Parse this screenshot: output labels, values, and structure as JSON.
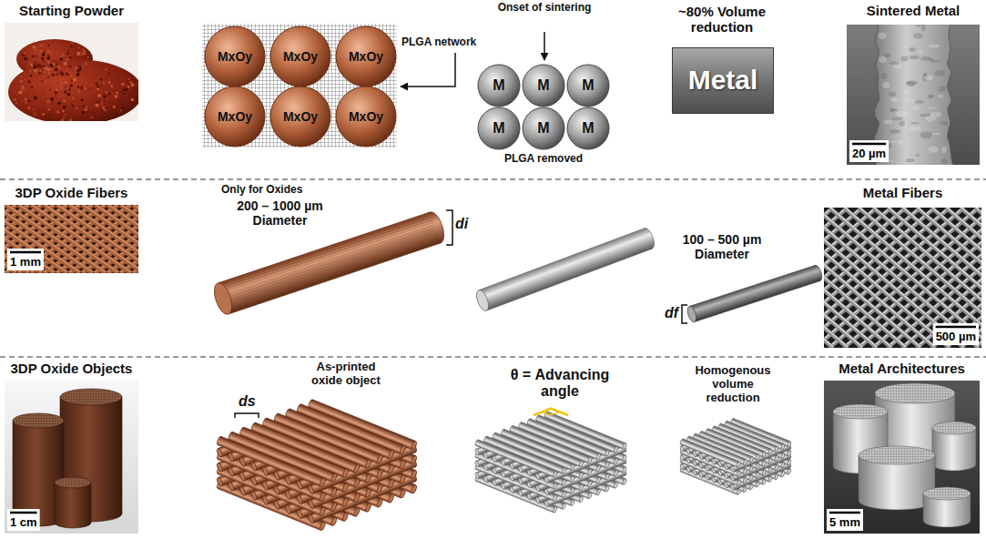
{
  "diagram": {
    "nodes": [
      {
        "text": [
          "Starting Powder"
        ]
      },
      {
        "text": [
          "MxOy"
        ]
      },
      {
        "text": [
          "MxOy"
        ]
      },
      {
        "text": [
          "MxOy"
        ]
      },
      {
        "text": [
          "MxOy"
        ]
      },
      {
        "text": [
          "MxOy"
        ]
      },
      {
        "text": [
          "MxOy"
        ]
      },
      {
        "text": [
          "M"
        ]
      },
      {
        "text": [
          "M"
        ]
      },
      {
        "text": [
          "M"
        ]
      },
      {
        "text": [
          "M"
        ]
      },
      {
        "text": [
          "M"
        ]
      },
      {
        "text": [
          "M"
        ]
      },
      {
        "text": [
          "Metal"
        ]
      },
      {
        "text": [
          "Sintered Metal",
          "20 µm"
        ]
      },
      {
        "text": [
          "3DP Oxide Fibers",
          "1 mm"
        ]
      },
      {
        "text": [
          "Metal Fibers",
          "500 µm"
        ]
      },
      {
        "text": [
          "3DP Oxide Objects",
          "1 cm"
        ]
      },
      {
        "text": [
          "Metal Architectures",
          "5 mm"
        ]
      }
    ],
    "labels": [
      "PLGA network",
      "Onset of sintering",
      "~80% Volume reduction",
      "PLGA removed",
      "Only for Oxides",
      "200 – 1000 µm Diameter",
      "di",
      "100 – 500 µm Diameter",
      "df",
      "ds",
      "As-printed oxide object",
      "θ = Advancing angle",
      "Homogenous volume reduction"
    ]
  }
}
